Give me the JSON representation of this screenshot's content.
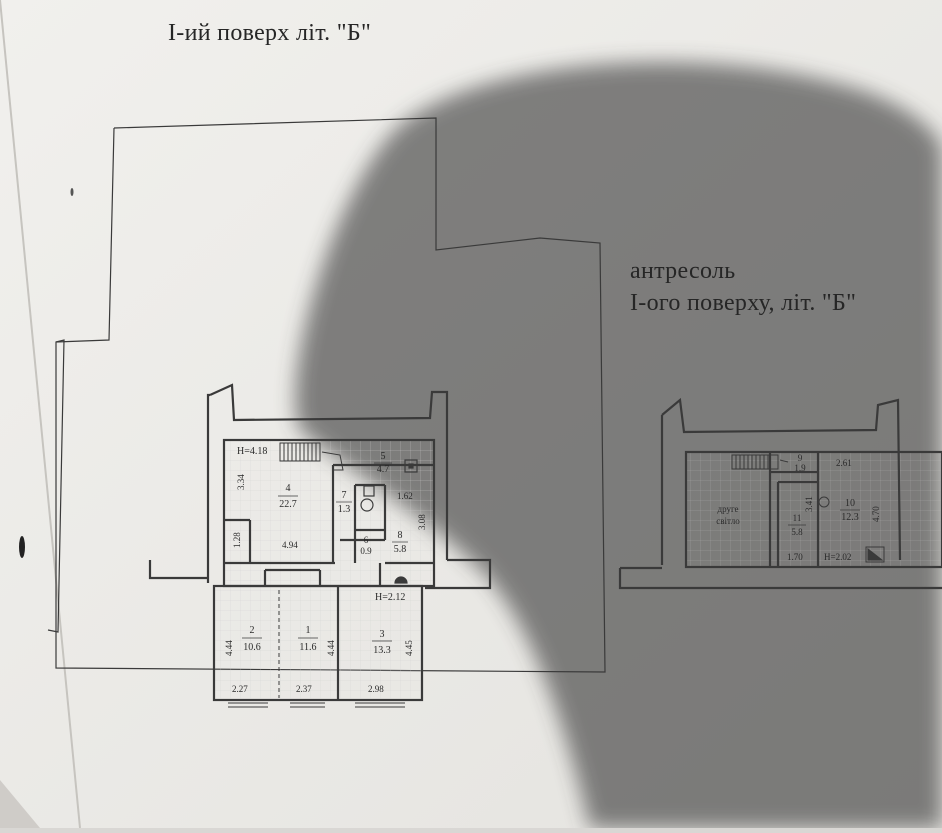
{
  "titles": {
    "ground_floor": "I-ий поверх літ. \"Б\"",
    "mezzanine_line1": "антресоль",
    "mezzanine_line2": "I-ого поверху, літ. \"Б\""
  },
  "ground_floor": {
    "height_main": "H=4.18",
    "height_front": "H=2.12",
    "rooms": [
      {
        "id": "room-1",
        "number": "1",
        "area": "11.6"
      },
      {
        "id": "room-2",
        "number": "2",
        "area": "10.6"
      },
      {
        "id": "room-3",
        "number": "3",
        "area": "13.3"
      },
      {
        "id": "room-4",
        "number": "4",
        "area": "22.7"
      },
      {
        "id": "room-5",
        "number": "5",
        "area": "4.7"
      },
      {
        "id": "room-6",
        "number": "6",
        "area": "0.9"
      },
      {
        "id": "room-7",
        "number": "7",
        "area": "1.3"
      },
      {
        "id": "room-8",
        "number": "8",
        "area": "5.8"
      }
    ],
    "dimensions": {
      "d_334": "3.34",
      "d_128": "1.28",
      "d_494": "4.94",
      "d_162": "1.62",
      "d_308": "3.08",
      "d_444a": "4.44",
      "d_444b": "4.44",
      "d_445": "4.45",
      "d_227": "2.27",
      "d_237": "2.37",
      "d_298": "2.98"
    }
  },
  "mezzanine": {
    "second_light_1": "друге",
    "second_light_2": "світло",
    "height": "H=2.02",
    "rooms": [
      {
        "id": "room-9",
        "number": "9",
        "area": "1.9"
      },
      {
        "id": "room-10",
        "number": "10",
        "area": "12.3"
      },
      {
        "id": "room-11",
        "number": "11",
        "area": "5.8"
      }
    ],
    "dimensions": {
      "d_261": "2.61",
      "d_341": "3.41",
      "d_470": "4.70",
      "d_170": "1.70"
    }
  },
  "colors": {
    "line": "#3a3a3a",
    "paper": "#efeeeb",
    "shadow": "#2f2f2f"
  }
}
